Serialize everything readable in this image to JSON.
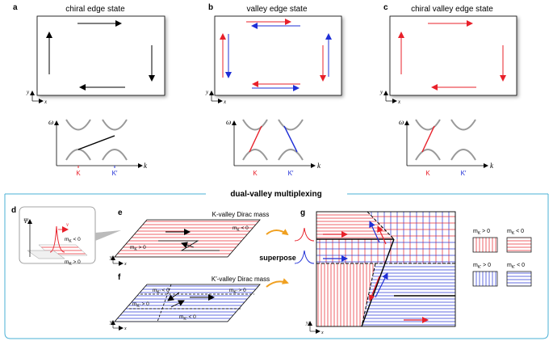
{
  "panels": {
    "a": {
      "letter": "a",
      "title": "chiral edge state"
    },
    "b": {
      "letter": "b",
      "title": "valley edge state"
    },
    "c": {
      "letter": "c",
      "title": "chiral valley edge state"
    }
  },
  "axes": {
    "y": "y",
    "x": "x",
    "omega": "ω",
    "k": "k",
    "K": "K",
    "Kp": "K′"
  },
  "bottom": {
    "title": "dual-valley multiplexing",
    "d": {
      "letter": "d",
      "psi": "Ψ",
      "v": "v",
      "mk_neg": "m",
      "mk_neg_sub": "K",
      "mk_neg_rel": "< 0",
      "mk_pos_rel": "> 0"
    },
    "e": {
      "letter": "e",
      "title": "K-valley Dirac mass",
      "mk_neg": "m",
      "sub": "K",
      "neg": "< 0",
      "pos": "> 0"
    },
    "f": {
      "letter": "f",
      "title": "K′-valley Dirac mass",
      "sub": "K′",
      "neg": "< 0",
      "pos": "> 0",
      "m": "m"
    },
    "superpose": "superpose",
    "g": {
      "letter": "g"
    },
    "legend": {
      "m": "m",
      "k": "K",
      "kp": "K′",
      "pos": "> 0",
      "neg": "< 0"
    }
  },
  "colors": {
    "red": "#e8202a",
    "blue": "#1f2fd6",
    "frame": "#4ab0d6",
    "orange": "#f0a020"
  }
}
